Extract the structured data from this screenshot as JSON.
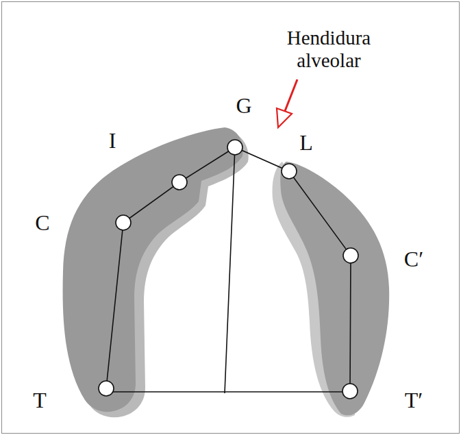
{
  "diagram": {
    "labels": [
      "Hendidura alveolar",
      "G",
      "I",
      "L",
      "C",
      "C′",
      "T",
      "T′"
    ]
  }
}
